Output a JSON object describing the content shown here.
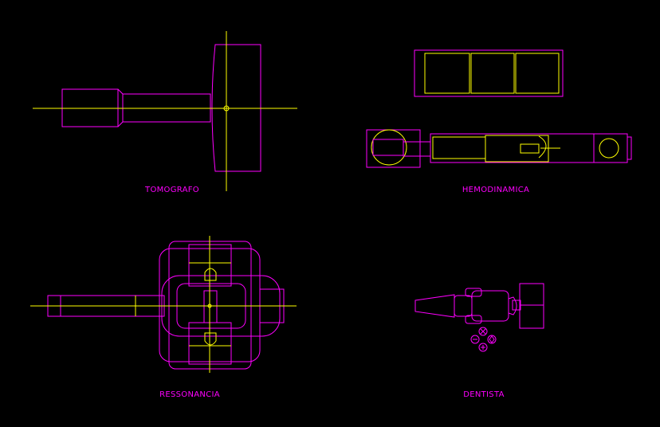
{
  "colors": {
    "background": "#000000",
    "magenta": "#ff00ff",
    "yellow": "#ffff00"
  },
  "labels": {
    "tomografo": "TOMOGRAFO",
    "hemodinamica": "HEMODINAMICA",
    "ressonancia": "RESSONANCIA",
    "dentista": "DENTISTA"
  }
}
